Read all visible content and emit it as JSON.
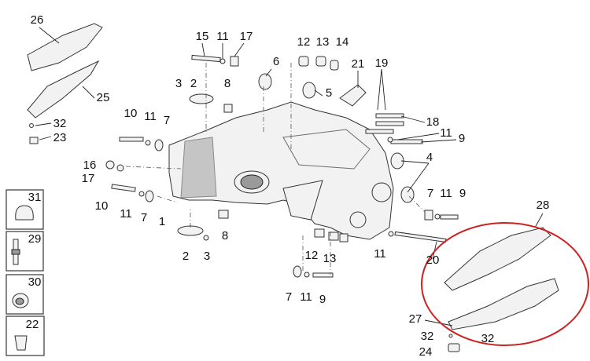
{
  "title": "Frame exploded parts diagram",
  "highlight_color": "#cc2222",
  "highlighted_part": "28",
  "labels": [
    "26",
    "25",
    "32",
    "23",
    "15",
    "11",
    "17",
    "12",
    "13",
    "14",
    "6",
    "21",
    "19",
    "3",
    "2",
    "8",
    "5",
    "18",
    "10",
    "11",
    "7",
    "11",
    "9",
    "16",
    "17",
    "4",
    "31",
    "10",
    "11",
    "7",
    "1",
    "7",
    "11",
    "9",
    "28",
    "29",
    "2",
    "3",
    "8",
    "12",
    "13",
    "11",
    "20",
    "30",
    "7",
    "11",
    "9",
    "27",
    "22",
    "32",
    "32",
    "24"
  ]
}
